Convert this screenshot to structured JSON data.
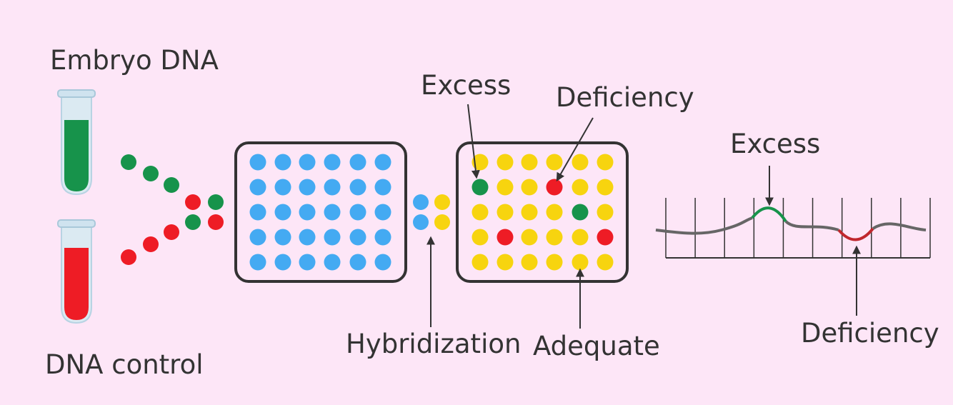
{
  "labels": {
    "embryo_dna": "Embryo DNA",
    "dna_control": "DNA control",
    "excess_array": "Excess",
    "deficiency_array": "Deficiency",
    "hybridization": "Hybridization",
    "adequate": "Adequate",
    "excess_profile": "Excess",
    "deficiency_profile": "Deficiency"
  },
  "colors": {
    "background": "#fde6f7",
    "embryo": "#17934b",
    "control": "#ee1c25",
    "probe": "#44aaf2",
    "adequate": "#f7d40f",
    "outline": "#333333",
    "profile_line": "#666666",
    "text": "#333333"
  },
  "array_before": {
    "rows": 5,
    "cols": 6,
    "state": "unhybridized"
  },
  "array_after": {
    "rows": 5,
    "cols": 6,
    "grid": [
      [
        "A",
        "A",
        "A",
        "A",
        "A",
        "A"
      ],
      [
        "E",
        "A",
        "A",
        "D",
        "A",
        "A"
      ],
      [
        "A",
        "A",
        "A",
        "A",
        "E",
        "A"
      ],
      [
        "A",
        "D",
        "A",
        "A",
        "A",
        "D"
      ],
      [
        "A",
        "A",
        "A",
        "A",
        "A",
        "A"
      ]
    ],
    "legend": {
      "A": "adequate",
      "E": "excess",
      "D": "deficiency"
    }
  },
  "profile": {
    "segments": 9,
    "features": [
      "excess",
      "deficiency"
    ]
  }
}
